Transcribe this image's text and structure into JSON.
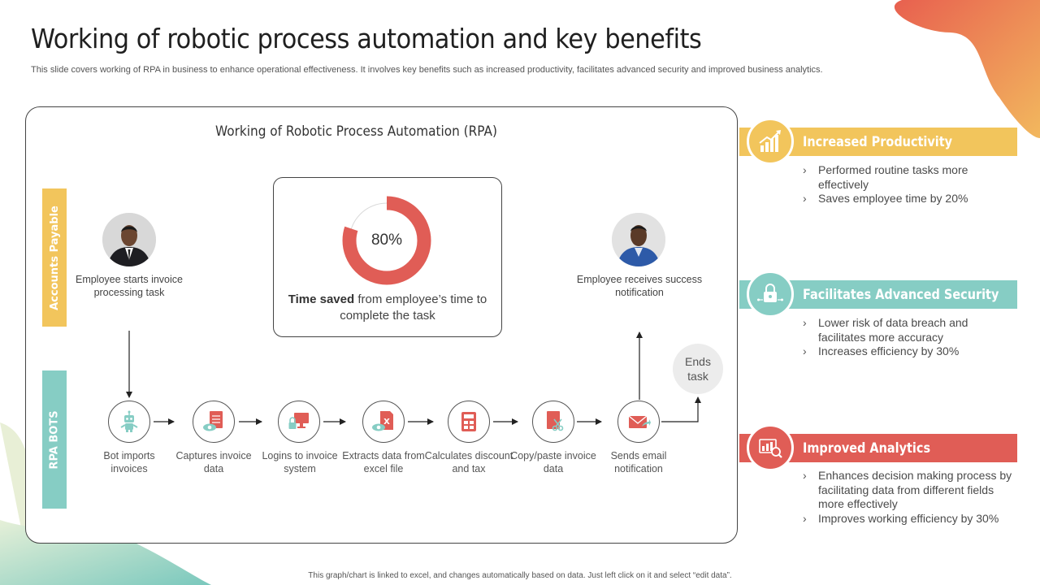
{
  "title": "Working of robotic process automation and key benefits",
  "subtitle": "This slide covers working of RPA in business to enhance operational effectiveness. It involves key benefits such as increased productivity, facilitates advanced security and improved business analytics.",
  "panel": {
    "title": "Working of Robotic Process Automation (RPA)",
    "lanes": {
      "accounts_payable": "Accounts Payable",
      "rpa_bots": "RPA BOTS"
    },
    "start_caption": "Employee starts invoice processing task",
    "end_caption": "Employee receives success notification",
    "ends_task": "Ends task",
    "stat": {
      "value": "80%",
      "percent": 80,
      "caption_bold": "Time saved",
      "caption_rest": " from employee’s time to complete the task"
    },
    "steps": [
      {
        "label": "Bot imports invoices",
        "icon": "robot-icon"
      },
      {
        "label": "Captures invoice data",
        "icon": "document-eye-icon"
      },
      {
        "label": "Logins to invoice system",
        "icon": "lock-monitor-icon"
      },
      {
        "label": "Extracts data from excel file",
        "icon": "excel-file-icon"
      },
      {
        "label": "Calculates discount and tax",
        "icon": "calculator-icon"
      },
      {
        "label": "Copy/paste invoice data",
        "icon": "scissors-document-icon"
      },
      {
        "label": "Sends email notification",
        "icon": "email-icon"
      }
    ]
  },
  "benefits": [
    {
      "title": "Increased Productivity",
      "icon": "growth-chart-icon",
      "color": "#f2c55c",
      "points": [
        "Performed routine tasks more effectively",
        "Saves employee time by 20%"
      ]
    },
    {
      "title": "Facilitates Advanced Security",
      "icon": "padlock-network-icon",
      "color": "#86cdc4",
      "points": [
        "Lower risk of data breach and facilitates more accuracy",
        "Increases efficiency by 30%"
      ]
    },
    {
      "title": "Improved Analytics",
      "icon": "analytics-magnifier-icon",
      "color": "#e05d56",
      "points": [
        "Enhances decision making process by facilitating data from different fields more effectively",
        "Improves working efficiency by 30%"
      ]
    }
  ],
  "colors": {
    "accent_red": "#e05d56",
    "accent_yellow": "#f2c55c",
    "accent_teal": "#86cdc4"
  },
  "footnote": "This graph/chart is linked to excel, and changes automatically based on data. Just left click on it and select “edit data”."
}
